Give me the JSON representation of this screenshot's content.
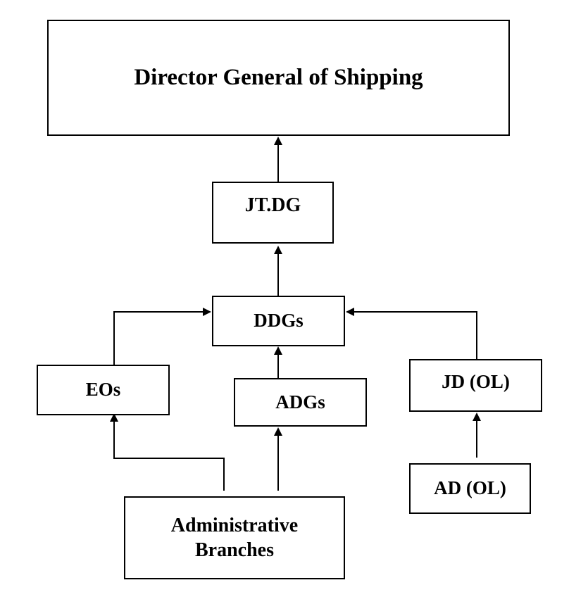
{
  "diagram": {
    "nodes": {
      "director": "Director General of Shipping",
      "jtdg": "JT.DG",
      "ddgs": "DDGs",
      "eos": "EOs",
      "adgs": "ADGs",
      "jdol": "JD (OL)",
      "adol": "AD (OL)",
      "admin": "Administrative\nBranches"
    },
    "edges": [
      {
        "from": "jtdg",
        "to": "director"
      },
      {
        "from": "ddgs",
        "to": "jtdg"
      },
      {
        "from": "eos",
        "to": "ddgs"
      },
      {
        "from": "adgs",
        "to": "ddgs"
      },
      {
        "from": "jdol",
        "to": "ddgs"
      },
      {
        "from": "admin",
        "to": "eos"
      },
      {
        "from": "admin",
        "to": "adgs"
      },
      {
        "from": "adol",
        "to": "jdol"
      }
    ]
  }
}
